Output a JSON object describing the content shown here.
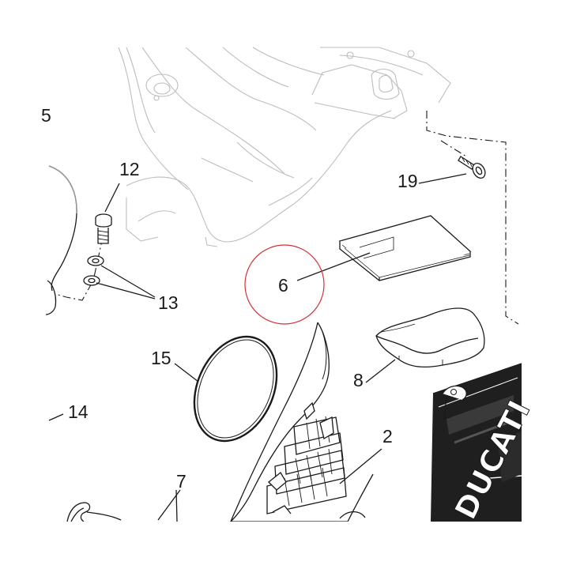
{
  "diagram": {
    "callouts": {
      "part_5": "5",
      "part_12": "12",
      "part_13": "13",
      "part_19": "19",
      "part_6": "6",
      "part_15": "15",
      "part_8": "8",
      "part_14": "14",
      "part_2": "2",
      "part_7": "7"
    },
    "logo_text": "DUCATI",
    "highlight_color": "#d6303a",
    "line_color": "#1a1a1a",
    "faint_line_color": "#b9b9b9"
  }
}
